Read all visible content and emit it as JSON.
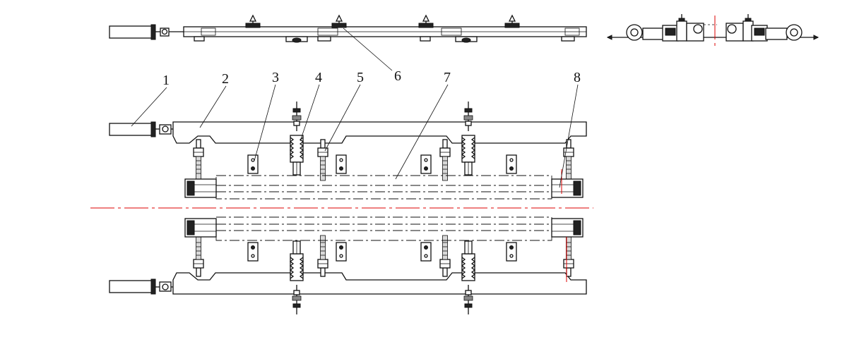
{
  "callouts": {
    "c1": "1",
    "c2": "2",
    "c3": "3",
    "c4": "4",
    "c5": "5",
    "c6": "6",
    "c7": "7",
    "c8": "8"
  },
  "colors": {
    "line": "#111111",
    "centerline": "#dd0000",
    "background": "#ffffff"
  }
}
